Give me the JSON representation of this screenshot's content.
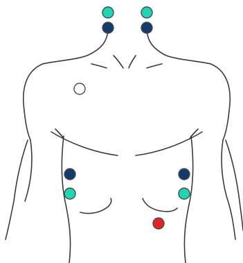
{
  "diagram": {
    "subject": "torso-electrode-placement",
    "colors": {
      "outline": "#3a3a3a",
      "teal": "#1fd6b4",
      "navy": "#123a6b",
      "red": "#e02424",
      "white": "#ffffff"
    },
    "electrodes": [
      {
        "id": "neck-left-upper",
        "color": "teal"
      },
      {
        "id": "neck-right-upper",
        "color": "teal"
      },
      {
        "id": "neck-left-lower",
        "color": "navy"
      },
      {
        "id": "neck-right-lower",
        "color": "navy"
      },
      {
        "id": "chest-upper-left",
        "color": "white"
      },
      {
        "id": "flank-left-upper",
        "color": "navy"
      },
      {
        "id": "flank-right-upper",
        "color": "navy"
      },
      {
        "id": "flank-left-lower",
        "color": "teal"
      },
      {
        "id": "flank-right-lower",
        "color": "teal"
      },
      {
        "id": "abdomen-right",
        "color": "red"
      }
    ]
  }
}
